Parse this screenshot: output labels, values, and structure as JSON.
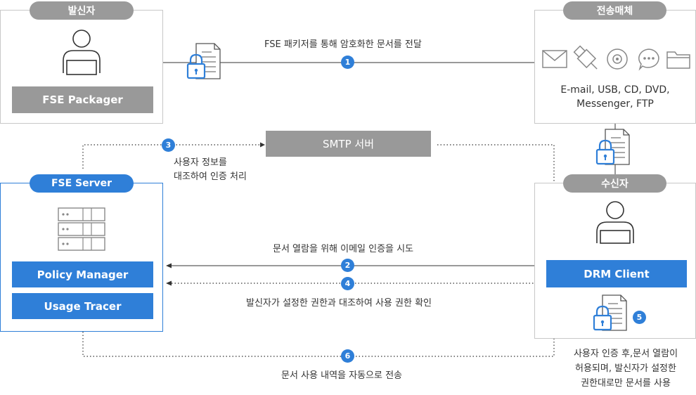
{
  "sender": {
    "label": "발신자",
    "packager": "FSE Packager"
  },
  "media": {
    "label": "전송매체",
    "desc_line1": "E-mail, USB, CD, DVD,",
    "desc_line2": "Messenger, FTP"
  },
  "server": {
    "label": "FSE Server",
    "policy_manager": "Policy Manager",
    "usage_tracer": "Usage Tracer"
  },
  "smtp": {
    "label": "SMTP 서버"
  },
  "receiver": {
    "label": "수신자",
    "drm_client": "DRM Client",
    "note_line1": "사용자 인증 후,문서 열람이",
    "note_line2": "허용되며, 발신자가 설정한",
    "note_line3": "권한대로만 문서를 사용"
  },
  "steps": {
    "s1": {
      "num": "1",
      "text": "FSE 패키저를 통해 암호화한 문서를 전달"
    },
    "s2": {
      "num": "2",
      "text": "문서 열람을 위해 이메일 인증을 시도"
    },
    "s3": {
      "num": "3",
      "text_line1": "사용자 정보를",
      "text_line2": "대조하여 인증 처리"
    },
    "s4": {
      "num": "4",
      "text": "발신자가 설정한 권한과 대조하여 사용 권한 확인"
    },
    "s5": {
      "num": "5"
    },
    "s6": {
      "num": "6",
      "text": "문서 사용 내역을 자동으로 전송"
    }
  },
  "colors": {
    "accent": "#2f7fd8",
    "gray": "#999999",
    "border": "#c8c8c8"
  },
  "icons": [
    "user-icon",
    "locked-document-icon",
    "mail-icon",
    "usb-icon",
    "disc-icon",
    "messenger-icon",
    "folder-icon",
    "server-rack-icon"
  ]
}
